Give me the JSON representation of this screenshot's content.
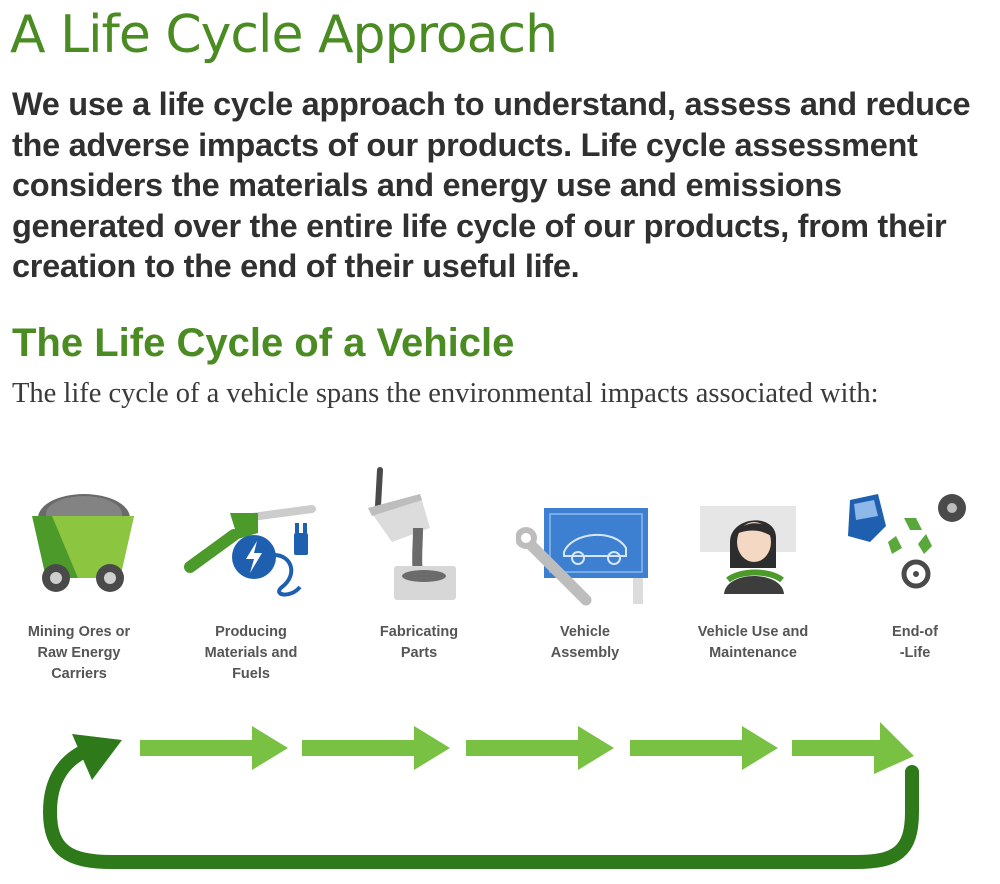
{
  "page": {
    "title": "A Life Cycle Approach",
    "intro": "We use a life cycle approach to understand, assess and reduce the adverse impacts of our products. Life cycle assessment considers the materials and energy use and emissions generated over the entire life cycle of our products, from their creation to the end of their useful life.",
    "subtitle": "The Life Cycle of a Vehicle",
    "lead": "The life cycle of a vehicle spans the environmental impacts associated with:"
  },
  "stages": [
    {
      "line1": "Mining Ores or",
      "line2": "Raw Energy",
      "line3": "Carriers",
      "icon": "mining-cart-icon"
    },
    {
      "line1": "Producing",
      "line2": "Materials and",
      "line3": "Fuels",
      "icon": "fuel-nozzle-plug-icon"
    },
    {
      "line1": "Fabricating",
      "line2": "Parts",
      "line3": "",
      "icon": "ladle-pour-icon"
    },
    {
      "line1": "Vehicle",
      "line2": "Assembly",
      "line3": "",
      "icon": "wrench-blueprint-icon"
    },
    {
      "line1": "Vehicle Use and",
      "line2": "Maintenance",
      "line3": "",
      "icon": "driver-icon"
    },
    {
      "line1": "End-of",
      "line2": "-Life",
      "line3": "",
      "icon": "recycle-parts-icon"
    }
  ],
  "colors": {
    "title_green": "#4a8b22",
    "arrow_light": "#79c143",
    "arrow_dark": "#2e7a1b",
    "cart_green": "#4c9a2a",
    "icon_blue": "#1e5fb0",
    "text_dark": "#303030"
  }
}
